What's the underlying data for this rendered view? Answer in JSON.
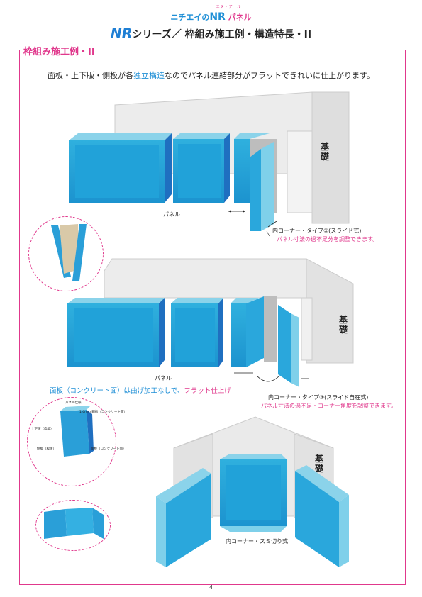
{
  "logo": {
    "ruby": "エヌ・アール",
    "brand": "ニチエイの",
    "nr": "NR",
    "panel": "パネル"
  },
  "title": {
    "nr": "NR",
    "rest": "シリーズ／ 枠組み施工例・構造特長・II"
  },
  "section": "枠組み施工例・II",
  "lead": {
    "before": "面板・上下版・側板が各",
    "highlight": "独立構造",
    "after": "なのでパネル連結部分がフラットできれいに仕上がります。"
  },
  "figure1": {
    "foundation": "基礎",
    "panel_label": "パネル",
    "corner_label": "内コーナー・タイプ②(スライド式)",
    "corner_note": "パネル寸法の過不足分を調整できます。"
  },
  "figure2": {
    "foundation": "基礎",
    "panel_label": "パネル",
    "corner_label": "内コーナー・タイプ③(スライド自在式)",
    "corner_note": "パネル寸法の過不足・コーナー角度を調整できます。"
  },
  "note": {
    "before": "面板（コンクリート面）は曲げ加工なしで、",
    "pink": "フラット仕上げ"
  },
  "detail": {
    "l1": "パネル仕様",
    "l2": "1.6mm 鋼板（コンクリート面）",
    "l3": "上下版（枠版）",
    "l4": "側版（枠版）",
    "l5": "面板（コンクリート面）"
  },
  "figure3": {
    "foundation": "基礎",
    "corner_label": "内コーナー・スミ切り式"
  },
  "page_number": "4",
  "colors": {
    "accent": "#e0388c",
    "panel_blue": "#2a9fd8",
    "panel_dark": "#1f6fc0",
    "panel_light": "#7fd0ea",
    "concrete": "#e9e9e9"
  }
}
